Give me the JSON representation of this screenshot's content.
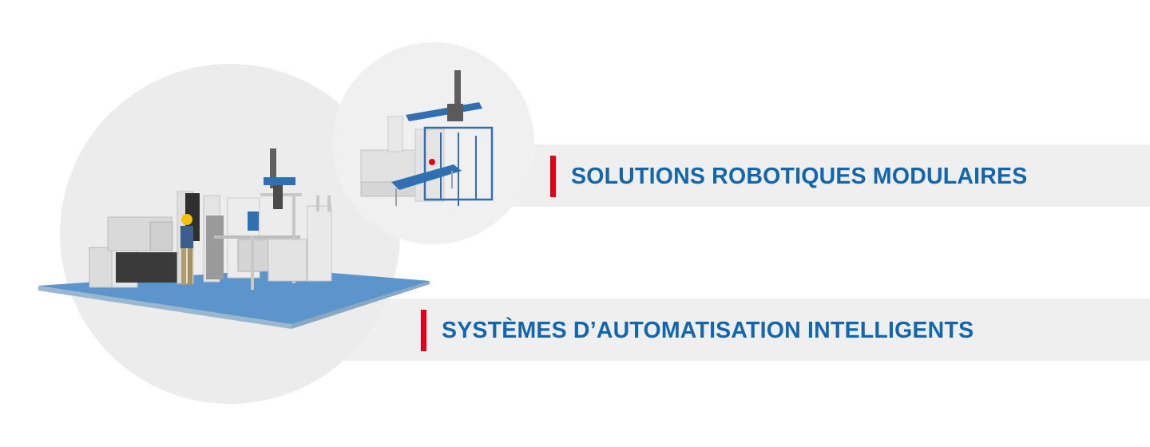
{
  "labels": {
    "robotics": "SOLUTIONS ROBOTIQUES MODULAIRES",
    "automation": "SYSTÈMES D’AUTOMATISATION INTELLIGENTS"
  },
  "colors": {
    "accent_blue": "#1466ac",
    "accent_red": "#e1001a",
    "band_gray": "#efefef",
    "floor_blue": "#5b95cc"
  },
  "icons": {
    "large_illustration": "automation-cell-illustration",
    "small_illustration": "gantry-robot-illustration"
  }
}
